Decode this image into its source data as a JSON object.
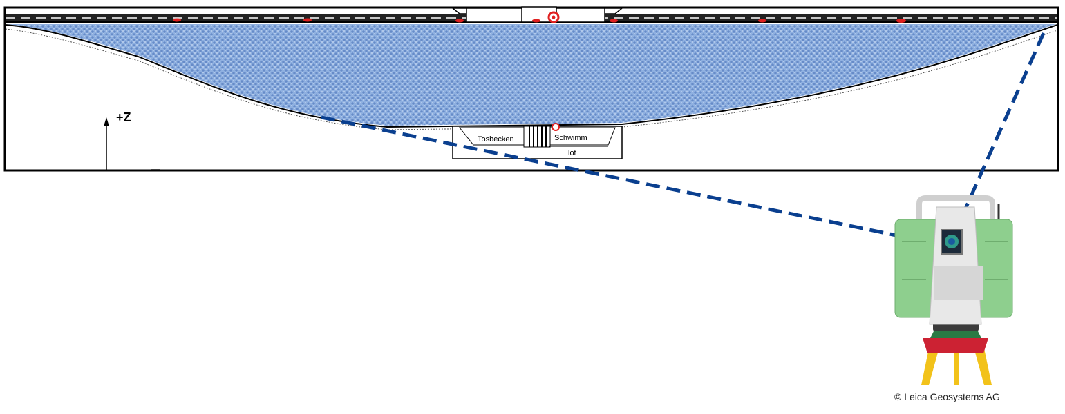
{
  "diagram": {
    "axis_label": "+Z",
    "labels": {
      "left_chamber": "Tosbecken",
      "right_chamber": "Schwimm",
      "bottom_chamber": "lot"
    },
    "copyright": "© Leica Geosystems AG"
  },
  "colors": {
    "water": "#8fb0e0",
    "scan_line": "#0a3f8f",
    "scanner_green": "#8ecf8e",
    "tripod_red": "#cc2233",
    "tripod_yellow": "#f2c21a",
    "marker_red": "#e02020"
  }
}
